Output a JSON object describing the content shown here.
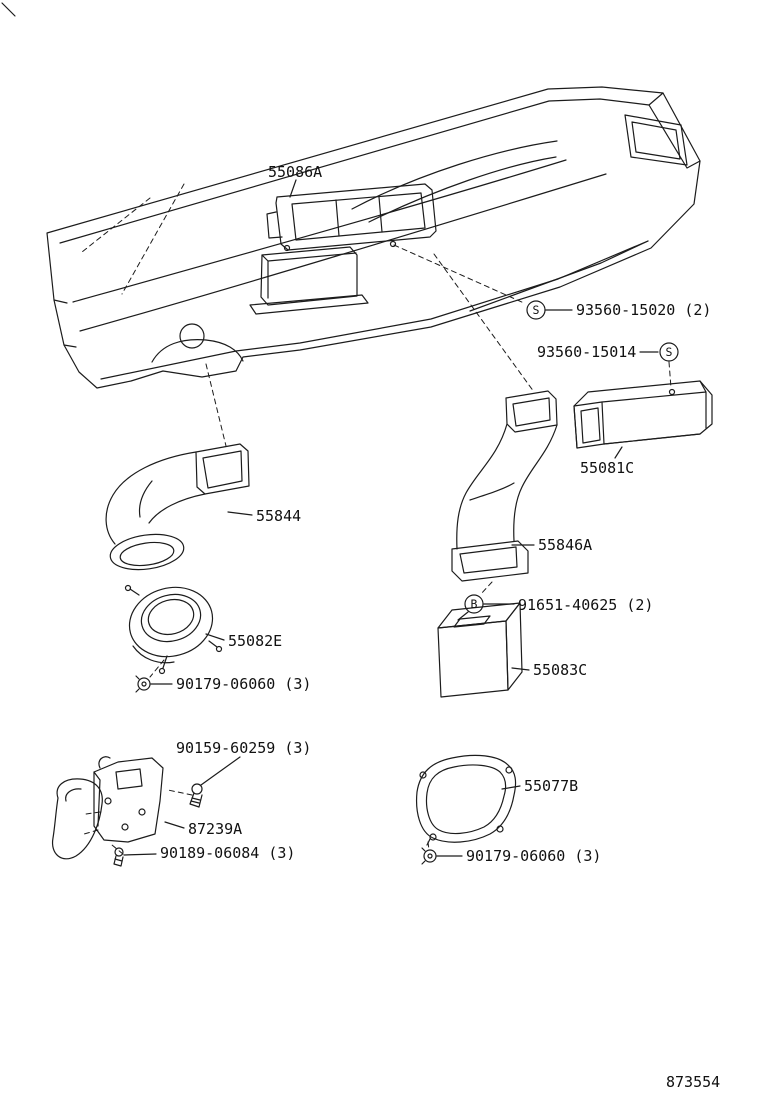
{
  "figure": {
    "number": "873554"
  },
  "markers": {
    "s": "S",
    "b": "B"
  },
  "parts": {
    "p55086A": "55086A",
    "p93560_15020": "93560-15020 (2)",
    "p93560_15014": "93560-15014",
    "p55081C": "55081C",
    "p55844": "55844",
    "p55846A": "55846A",
    "p55082E": "55082E",
    "p90179_06060_left": "90179-06060 (3)",
    "p91651_40625": "91651-40625 (2)",
    "p55083C": "55083C",
    "p90159_60259": "90159-60259 (3)",
    "p87239A": "87239A",
    "p90189_06084": "90189-06084 (3)",
    "p55077B": "55077B",
    "p90179_06060_right": "90179-06060 (3)"
  }
}
